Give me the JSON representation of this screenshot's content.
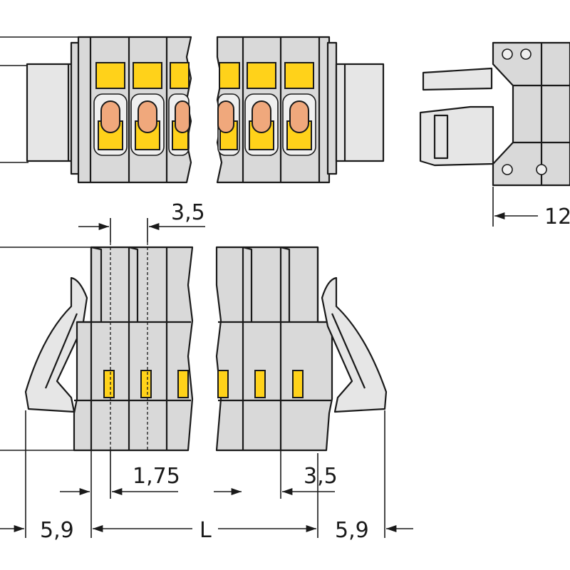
{
  "colors": {
    "housing": "#d9d9d9",
    "housing_light": "#e6e6e6",
    "spring_actuator": "#ffd21a",
    "conductor_pin": "#f0a87c",
    "outline": "#1a1a1a"
  },
  "dimensions": {
    "pitch_top": "3,5",
    "offset_left": "1,75",
    "pitch_bottom_right": "3,5",
    "latch_left": "5,9",
    "length": "L",
    "latch_right": "5,9",
    "side_depth": "12"
  }
}
